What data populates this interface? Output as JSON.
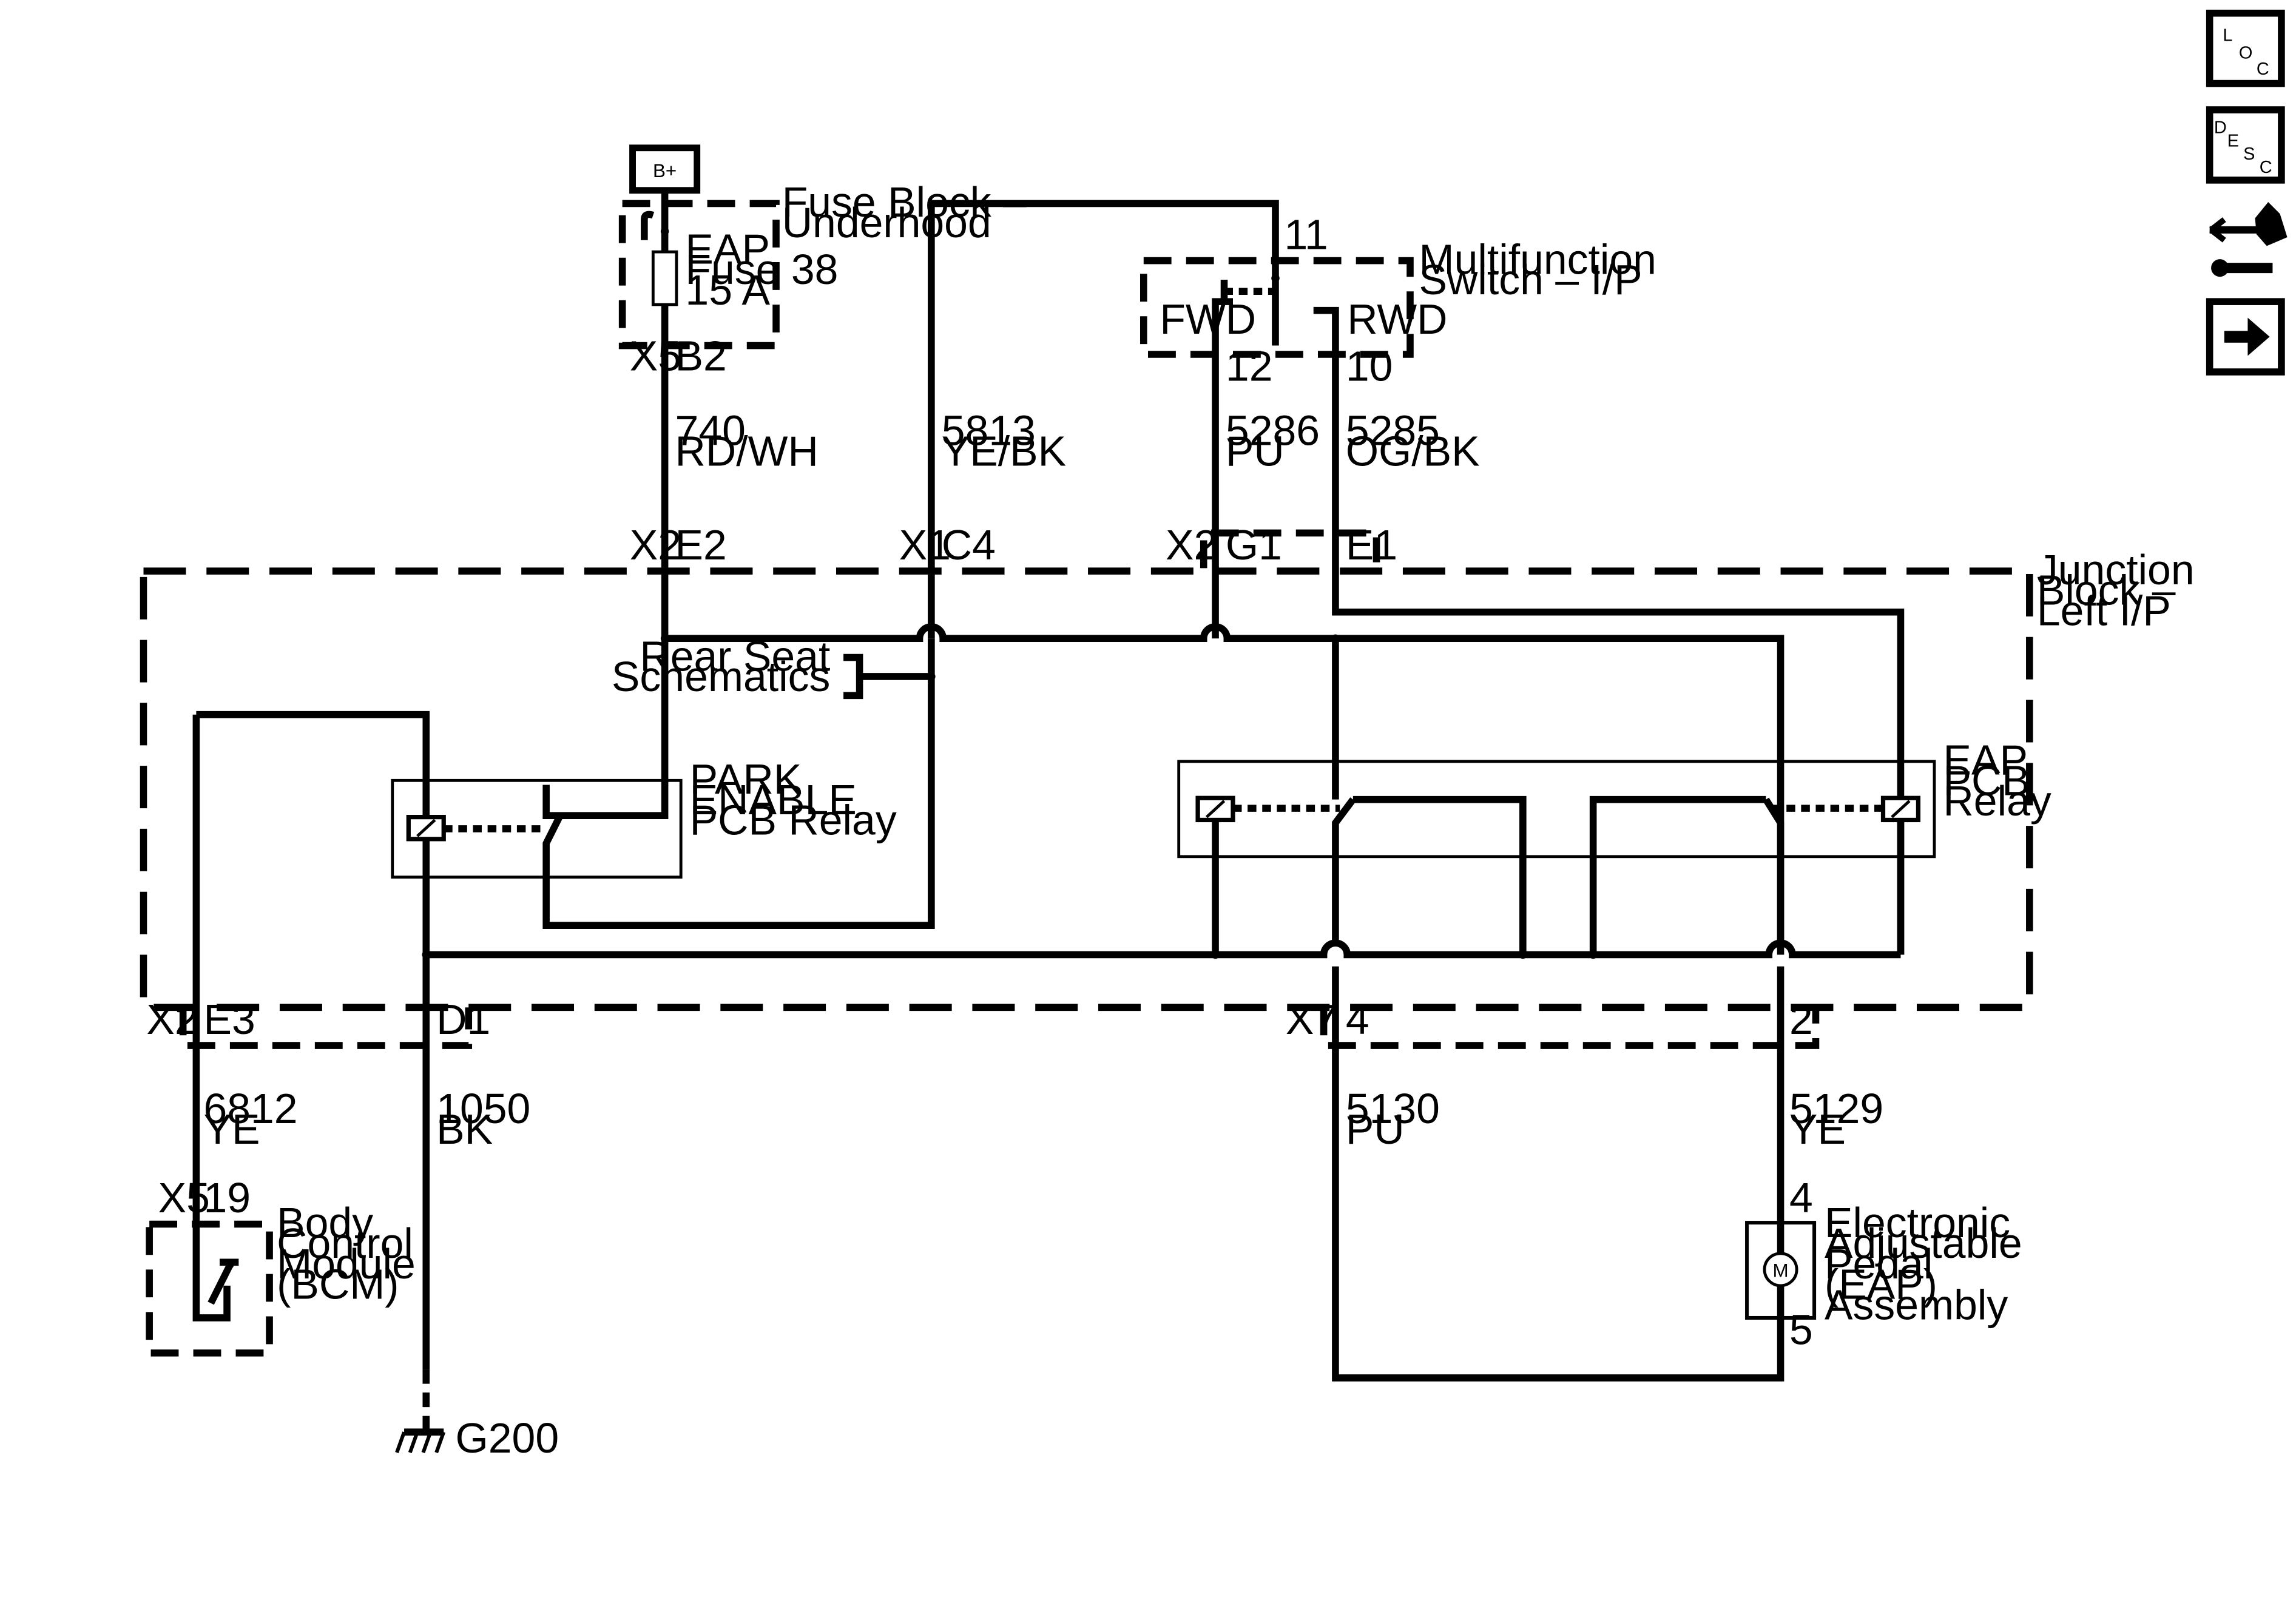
{
  "power": {
    "bplus_label": "B+"
  },
  "fuse_block": {
    "name": "Fuse Block –",
    "name2": "Underhood",
    "fuse_line1": "EAP",
    "fuse_line2": "Fuse 38",
    "fuse_line3": "15 A",
    "connector": "X5",
    "pin": "B2"
  },
  "circuits": {
    "c740": {
      "number": "740",
      "color": "RD/WH"
    },
    "c5813": {
      "number": "5813",
      "color": "YE/BK"
    },
    "c5286": {
      "number": "5286",
      "color": "PU"
    },
    "c5285": {
      "number": "5285",
      "color": "OG/BK"
    },
    "c6812": {
      "number": "6812",
      "color": "YE"
    },
    "c1050": {
      "number": "1050",
      "color": "BK"
    },
    "c5130": {
      "number": "5130",
      "color": "PU"
    },
    "c5129": {
      "number": "5129",
      "color": "YE"
    }
  },
  "multifunction_switch": {
    "name": "Multifunction",
    "name2": "Switch – I/P",
    "pin_in": "11",
    "fwd_label": "FWD",
    "rwd_label": "RWD",
    "pin_fwd": "12",
    "pin_rwd": "10"
  },
  "junction_block": {
    "name": "Junction",
    "name2": "Block –",
    "name3": "Left I/P",
    "top_pins": [
      {
        "connector": "X2",
        "pin": "E2"
      },
      {
        "connector": "X1",
        "pin": "C4"
      },
      {
        "connector": "X2",
        "pin": "G1"
      },
      {
        "connector": "",
        "pin": "E1"
      }
    ],
    "bottom_pins": [
      {
        "connector": "X2",
        "pin": "E3"
      },
      {
        "connector": "",
        "pin": "D1"
      },
      {
        "connector": "X7",
        "pin": "4"
      },
      {
        "connector": "",
        "pin": "2"
      }
    ]
  },
  "rear_seat": {
    "line1": "Rear Seat",
    "line2": "Schematics"
  },
  "park_relay": {
    "line1": "PARK",
    "line2": "ENABLE",
    "line3": "PCB Relay"
  },
  "eap_relay": {
    "line1": "EAP",
    "line2": "PCB",
    "line3": "Relay"
  },
  "bcm": {
    "connector": "X5",
    "pin": "19",
    "line1": "Body",
    "line2": "Control",
    "line3": "Module",
    "line4": "(BCM)"
  },
  "ground": {
    "label": "G200"
  },
  "eap_assembly": {
    "pin_top": "4",
    "pin_bottom": "5",
    "motor": "M",
    "line1": "Electronic",
    "line2": "Adjustable",
    "line3": "Pedal",
    "line4": "(EAP)",
    "line5": "Assembly"
  },
  "nav": {
    "loc": {
      "l1": "L",
      "l2": "O",
      "l3": "C"
    },
    "desc": {
      "l1": "D",
      "l2": "E",
      "l3": "S",
      "l4": "C"
    },
    "icons": [
      "loc-icon",
      "desc-icon",
      "connector-tool-icon",
      "next-arrow-icon"
    ]
  }
}
